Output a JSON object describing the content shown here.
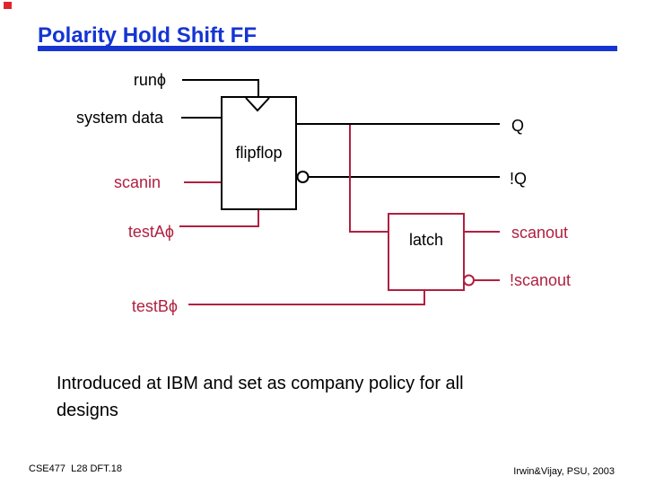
{
  "slide": {
    "title": "Polarity Hold Shift FF",
    "body_text": "Introduced at IBM and set as company policy for all designs",
    "footer_left": "CSE477  L28 DFT.18",
    "footer_right": "Irwin&Vijay, PSU, 2003"
  },
  "diagram": {
    "blocks": {
      "flipflop": "flipflop",
      "latch": "latch"
    },
    "inputs": {
      "run_phi": "runϕ",
      "system_data": "system data",
      "scanin": "scanin",
      "test_a_phi": "testAϕ",
      "test_b_phi": "testBϕ"
    },
    "outputs": {
      "q": "Q",
      "q_bar": "!Q",
      "scanout": "scanout",
      "scanout_bar": "!scanout"
    }
  },
  "colors": {
    "title_blue": "#1535D2",
    "wire_red": "#B02040",
    "wire_black": "#000000",
    "corner_red": "#E0242C"
  }
}
